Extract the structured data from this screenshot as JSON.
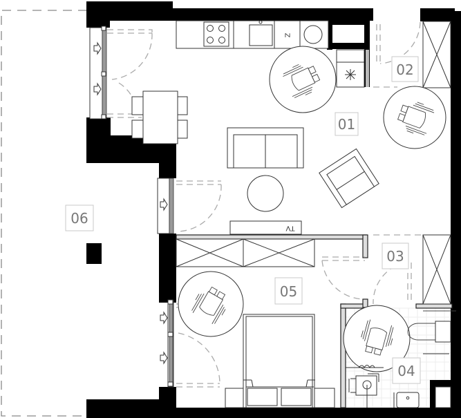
{
  "plan": {
    "title": "Apartment floor plan",
    "rooms": [
      {
        "id": "01",
        "label": "01",
        "function": "living-kitchen"
      },
      {
        "id": "02",
        "label": "02",
        "function": "entrance-hall"
      },
      {
        "id": "03",
        "label": "03",
        "function": "corridor"
      },
      {
        "id": "04",
        "label": "04",
        "function": "bathroom"
      },
      {
        "id": "05",
        "label": "05",
        "function": "bedroom"
      },
      {
        "id": "06",
        "label": "06",
        "function": "terrace"
      }
    ],
    "tv_label": "TV",
    "fridge_mark": "Z",
    "colors": {
      "wall": "#000000",
      "line": "#333333",
      "label_text": "#777777",
      "label_border": "#c8c8c8",
      "door_swing": "#aaaaaa",
      "tile_grid": "#ececec"
    }
  }
}
